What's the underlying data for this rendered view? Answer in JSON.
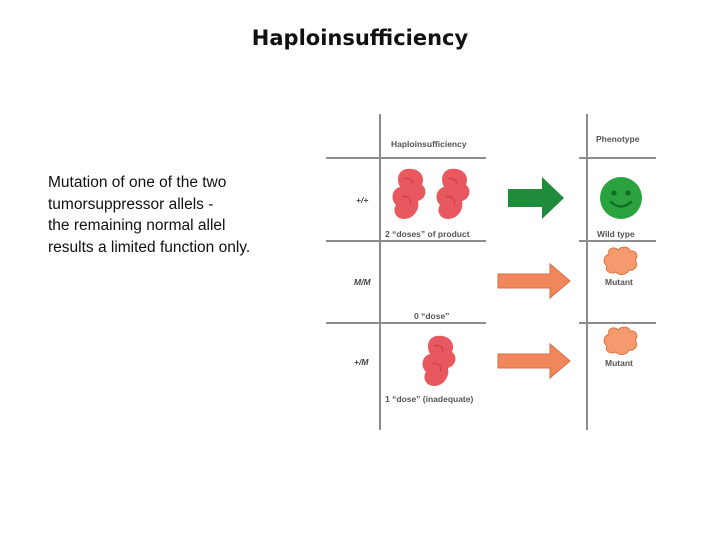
{
  "title": "Haploinsufficiency",
  "description": {
    "lines": [
      "Mutation of one of the two",
      "tumorsuppressor allels  -",
      "the remaining normal allel",
      "results a limited function only."
    ]
  },
  "figure": {
    "column_header": "Haploinsufficiency",
    "phenotype_header": "Phenotype",
    "rows": [
      {
        "genotype": "+/+",
        "dose_label": "2 “doses” of product",
        "protein_count": 2,
        "phenotype": "Wild type",
        "phenotype_icon": "smiley-face-icon",
        "arrow_color": "#1e8c3a"
      },
      {
        "genotype": "M/M",
        "dose_label": "0 “dose”",
        "protein_count": 0,
        "phenotype": "Mutant",
        "phenotype_icon": "orange-blob-icon",
        "arrow_color": "#f0865a"
      },
      {
        "genotype": "+/M",
        "dose_label": "1 “dose” (inadequate)",
        "protein_count": 1,
        "phenotype": "Mutant",
        "phenotype_icon": "orange-blob-icon",
        "arrow_color": "#f0865a"
      }
    ],
    "colors": {
      "protein": "#e8595f",
      "smiley": "#2aa33e",
      "mutant_blob": "#f59a6e",
      "grid": "#8c8c8c"
    }
  }
}
